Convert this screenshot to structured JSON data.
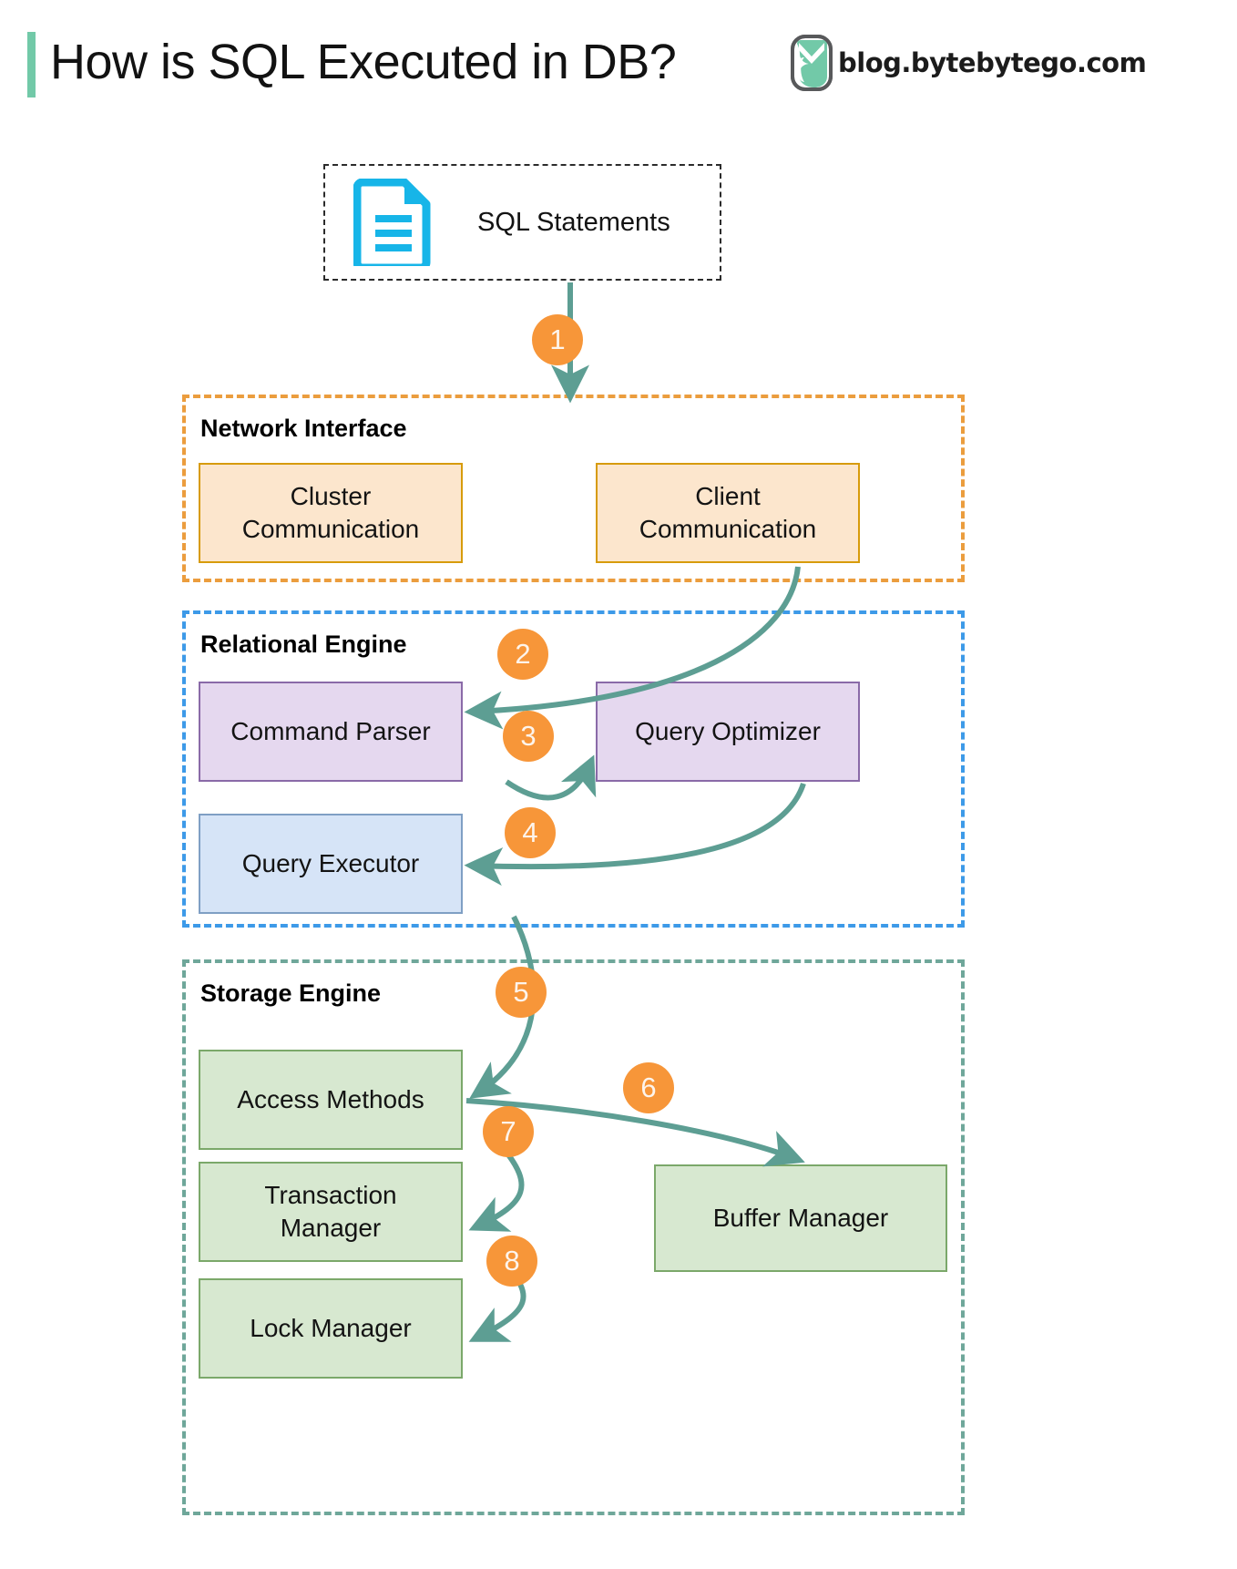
{
  "header": {
    "title": "How is SQL Executed in DB?",
    "brand": "blog.bytebytego.com",
    "accent_bar_color": "#72c9a8",
    "logo_color": "#72c9a8"
  },
  "diagram": {
    "type": "flowchart",
    "source": {
      "label": "SQL Statements",
      "icon": "document-icon",
      "icon_color": "#17b5e8",
      "border_style": "dashed",
      "border_color": "#2b2b2b"
    },
    "groups": [
      {
        "id": "network-interface",
        "title": "Network Interface",
        "border_color": "#eb9d3e",
        "node_fill": "#fce6cd",
        "node_border": "#d79b0b",
        "nodes": [
          {
            "id": "cluster-communication",
            "label": "Cluster\nCommunication"
          },
          {
            "id": "client-communication",
            "label": "Client\nCommunication"
          }
        ]
      },
      {
        "id": "relational-engine",
        "title": "Relational Engine",
        "border_color": "#3d9ae8",
        "nodes": [
          {
            "id": "command-parser",
            "label": "Command Parser",
            "fill": "#e5d8ef",
            "border": "#8a6aa8"
          },
          {
            "id": "query-optimizer",
            "label": "Query Optimizer",
            "fill": "#e5d8ef",
            "border": "#8a6aa8"
          },
          {
            "id": "query-executor",
            "label": "Query Executor",
            "fill": "#d6e4f7",
            "border": "#7f9fc4"
          }
        ]
      },
      {
        "id": "storage-engine",
        "title": "Storage Engine",
        "border_color": "#6fa79a",
        "node_fill": "#d7e8d0",
        "node_border": "#7ba86a",
        "nodes": [
          {
            "id": "access-methods",
            "label": "Access Methods"
          },
          {
            "id": "transaction-manager",
            "label": "Transaction\nManager"
          },
          {
            "id": "lock-manager",
            "label": "Lock Manager"
          },
          {
            "id": "buffer-manager",
            "label": "Buffer Manager"
          }
        ]
      }
    ],
    "steps": [
      {
        "n": "1",
        "from": "sql-statements",
        "to": "network-interface"
      },
      {
        "n": "2",
        "from": "client-communication",
        "to": "command-parser"
      },
      {
        "n": "3",
        "from": "command-parser",
        "to": "query-optimizer"
      },
      {
        "n": "4",
        "from": "query-optimizer",
        "to": "query-executor"
      },
      {
        "n": "5",
        "from": "query-executor",
        "to": "access-methods"
      },
      {
        "n": "6",
        "from": "access-methods",
        "to": "buffer-manager"
      },
      {
        "n": "7",
        "from": "access-methods",
        "to": "transaction-manager"
      },
      {
        "n": "8",
        "from": "transaction-manager",
        "to": "lock-manager"
      }
    ],
    "arrow_color": "#5d9e93"
  }
}
